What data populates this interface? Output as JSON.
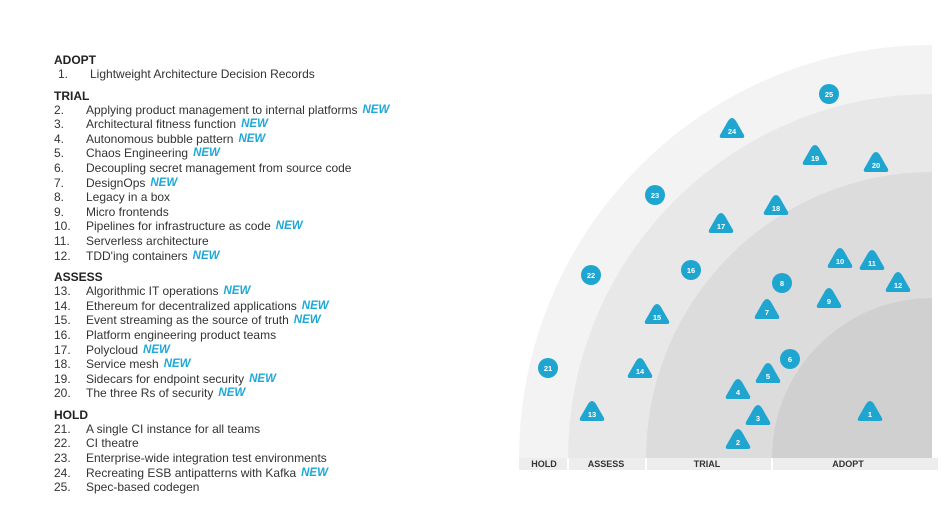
{
  "rings": [
    {
      "key": "adopt",
      "title": "ADOPT",
      "items": [
        {
          "n": "1.",
          "label": "Lightweight Architecture Decision Records",
          "new": ""
        }
      ]
    },
    {
      "key": "trial",
      "title": "TRIAL",
      "items": [
        {
          "n": "2.",
          "label": "Applying product management to internal platforms",
          "new": "NEW"
        },
        {
          "n": "3.",
          "label": "Architectural fitness function",
          "new": "NEW"
        },
        {
          "n": "4.",
          "label": "Autonomous bubble pattern",
          "new": "NEW"
        },
        {
          "n": "5.",
          "label": "Chaos Engineering",
          "new": "NEW"
        },
        {
          "n": "6.",
          "label": "Decoupling secret management from source code",
          "new": ""
        },
        {
          "n": "7.",
          "label": "DesignOps",
          "new": "NEW"
        },
        {
          "n": "8.",
          "label": "Legacy in a box",
          "new": ""
        },
        {
          "n": "9.",
          "label": "Micro frontends",
          "new": ""
        },
        {
          "n": "10.",
          "label": "Pipelines for infrastructure as code",
          "new": "NEW"
        },
        {
          "n": "11.",
          "label": "Serverless architecture",
          "new": ""
        },
        {
          "n": "12.",
          "label": "TDD'ing containers",
          "new": "NEW"
        }
      ]
    },
    {
      "key": "assess",
      "title": "ASSESS",
      "items": [
        {
          "n": "13.",
          "label": "Algorithmic IT operations",
          "new": "NEW"
        },
        {
          "n": "14.",
          "label": "Ethereum for decentralized applications",
          "new": "NEW"
        },
        {
          "n": "15.",
          "label": "Event streaming as the source of truth",
          "new": "NEW"
        },
        {
          "n": "16.",
          "label": "Platform engineering product teams",
          "new": ""
        },
        {
          "n": "17.",
          "label": "Polycloud",
          "new": "NEW"
        },
        {
          "n": "18.",
          "label": "Service mesh",
          "new": "NEW"
        },
        {
          "n": "19.",
          "label": "Sidecars for endpoint security",
          "new": "NEW"
        },
        {
          "n": "20.",
          "label": "The three Rs of security",
          "new": "NEW"
        }
      ]
    },
    {
      "key": "hold",
      "title": "HOLD",
      "items": [
        {
          "n": "21.",
          "label": "A single CI instance for all teams",
          "new": ""
        },
        {
          "n": "22.",
          "label": "CI theatre",
          "new": ""
        },
        {
          "n": "23.",
          "label": "Enterprise-wide integration test environments",
          "new": ""
        },
        {
          "n": "24.",
          "label": "Recreating ESB antipatterns with Kafka",
          "new": "NEW"
        },
        {
          "n": "25.",
          "label": "Spec-based codegen",
          "new": ""
        }
      ]
    }
  ],
  "radar": {
    "ring_labels": [
      "HOLD",
      "ASSESS",
      "TRIAL",
      "ADOPT"
    ],
    "colors": {
      "blip": "#1ea6d1",
      "hold": "#f3f3f3",
      "assess": "#e8e8e8",
      "trial": "#dcdcdc",
      "adopt": "#d0d0d0",
      "label_bar": "#ededed"
    },
    "blips": [
      {
        "id": "1",
        "shape": "triangle"
      },
      {
        "id": "2",
        "shape": "triangle"
      },
      {
        "id": "3",
        "shape": "triangle"
      },
      {
        "id": "4",
        "shape": "triangle"
      },
      {
        "id": "5",
        "shape": "triangle"
      },
      {
        "id": "6",
        "shape": "circle"
      },
      {
        "id": "7",
        "shape": "triangle"
      },
      {
        "id": "8",
        "shape": "circle"
      },
      {
        "id": "9",
        "shape": "triangle"
      },
      {
        "id": "10",
        "shape": "triangle"
      },
      {
        "id": "11",
        "shape": "triangle"
      },
      {
        "id": "12",
        "shape": "triangle"
      },
      {
        "id": "13",
        "shape": "triangle"
      },
      {
        "id": "14",
        "shape": "triangle"
      },
      {
        "id": "15",
        "shape": "triangle"
      },
      {
        "id": "16",
        "shape": "circle"
      },
      {
        "id": "17",
        "shape": "triangle"
      },
      {
        "id": "18",
        "shape": "triangle"
      },
      {
        "id": "19",
        "shape": "triangle"
      },
      {
        "id": "20",
        "shape": "triangle"
      },
      {
        "id": "21",
        "shape": "circle"
      },
      {
        "id": "22",
        "shape": "circle"
      },
      {
        "id": "23",
        "shape": "circle"
      },
      {
        "id": "24",
        "shape": "triangle"
      },
      {
        "id": "25",
        "shape": "circle"
      }
    ]
  }
}
